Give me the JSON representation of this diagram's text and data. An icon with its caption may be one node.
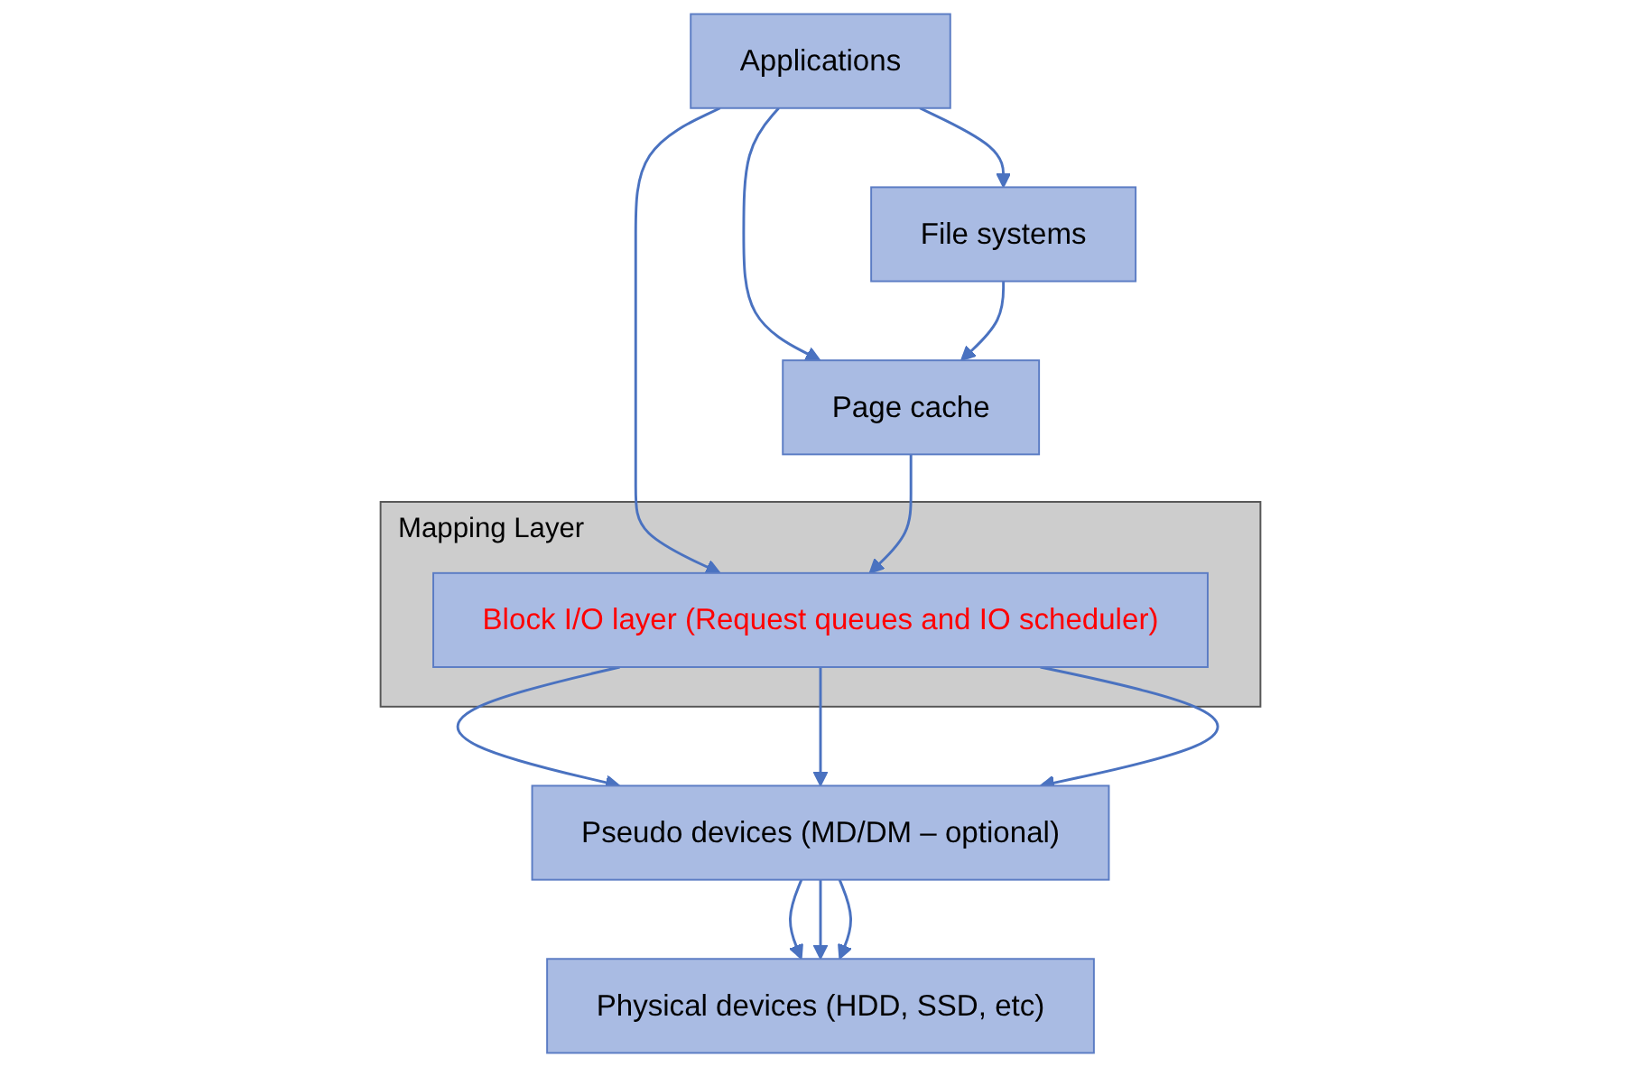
{
  "diagram": {
    "nodes": [
      {
        "text": [
          "Applications"
        ]
      },
      {
        "text": [
          "File systems"
        ]
      },
      {
        "text": [
          "Page cache"
        ]
      },
      {
        "text": [
          "Mapping Layer"
        ]
      },
      {
        "text": [
          "Block I/O layer (Request queues and IO scheduler)"
        ],
        "in": 3
      },
      {
        "text": [
          "Pseudo devices (MD/DM – optional)"
        ]
      },
      {
        "text": [
          "Physical devices (HDD, SSD, etc)"
        ]
      }
    ],
    "edges": [
      {
        "from": 0,
        "to": 1,
        "arrow": "to"
      },
      {
        "from": 0,
        "to": 2,
        "arrow": "to"
      },
      {
        "from": 0,
        "to": 4,
        "arrow": "to"
      },
      {
        "from": 1,
        "to": 2,
        "arrow": "to"
      },
      {
        "from": 2,
        "to": 4,
        "arrow": "to"
      },
      {
        "from": 4,
        "to": 5,
        "arrow": "to"
      },
      {
        "from": 4,
        "to": 5,
        "arrow": "to"
      },
      {
        "from": 4,
        "to": 5,
        "arrow": "to"
      },
      {
        "from": 5,
        "to": 6,
        "arrow": "to"
      },
      {
        "from": 5,
        "to": 6,
        "arrow": "to"
      },
      {
        "from": 5,
        "to": 6,
        "arrow": "to"
      }
    ]
  }
}
